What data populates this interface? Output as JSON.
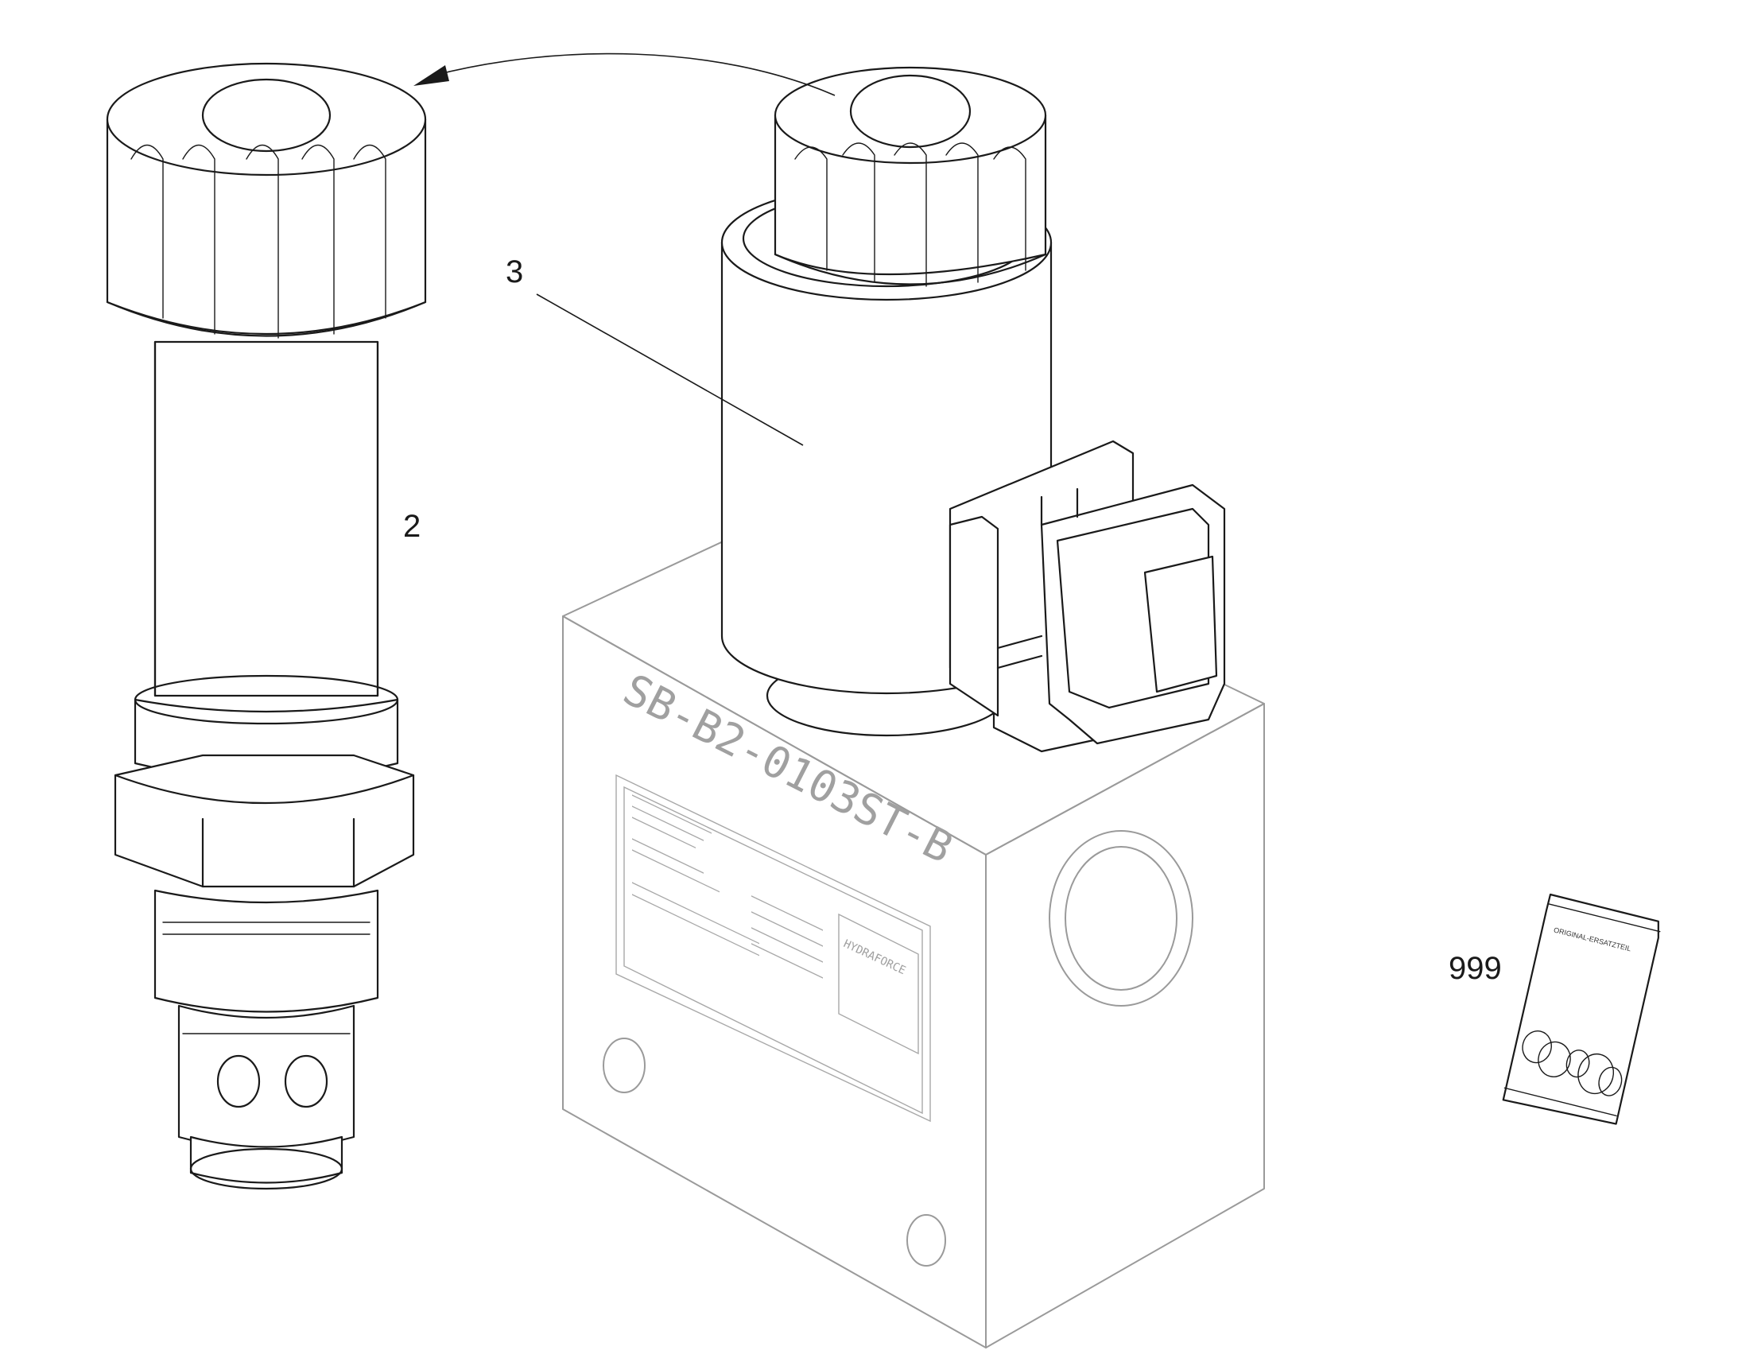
{
  "callouts": {
    "cartridge": "2",
    "coil": "3",
    "seal_kit": "999"
  },
  "block": {
    "model_marking": "SB-B2-0103ST-B",
    "brand_plate": "HYDRAFORCE"
  },
  "seal_kit_bag": {
    "print": "ORIGINAL-ERSATZTEIL"
  }
}
